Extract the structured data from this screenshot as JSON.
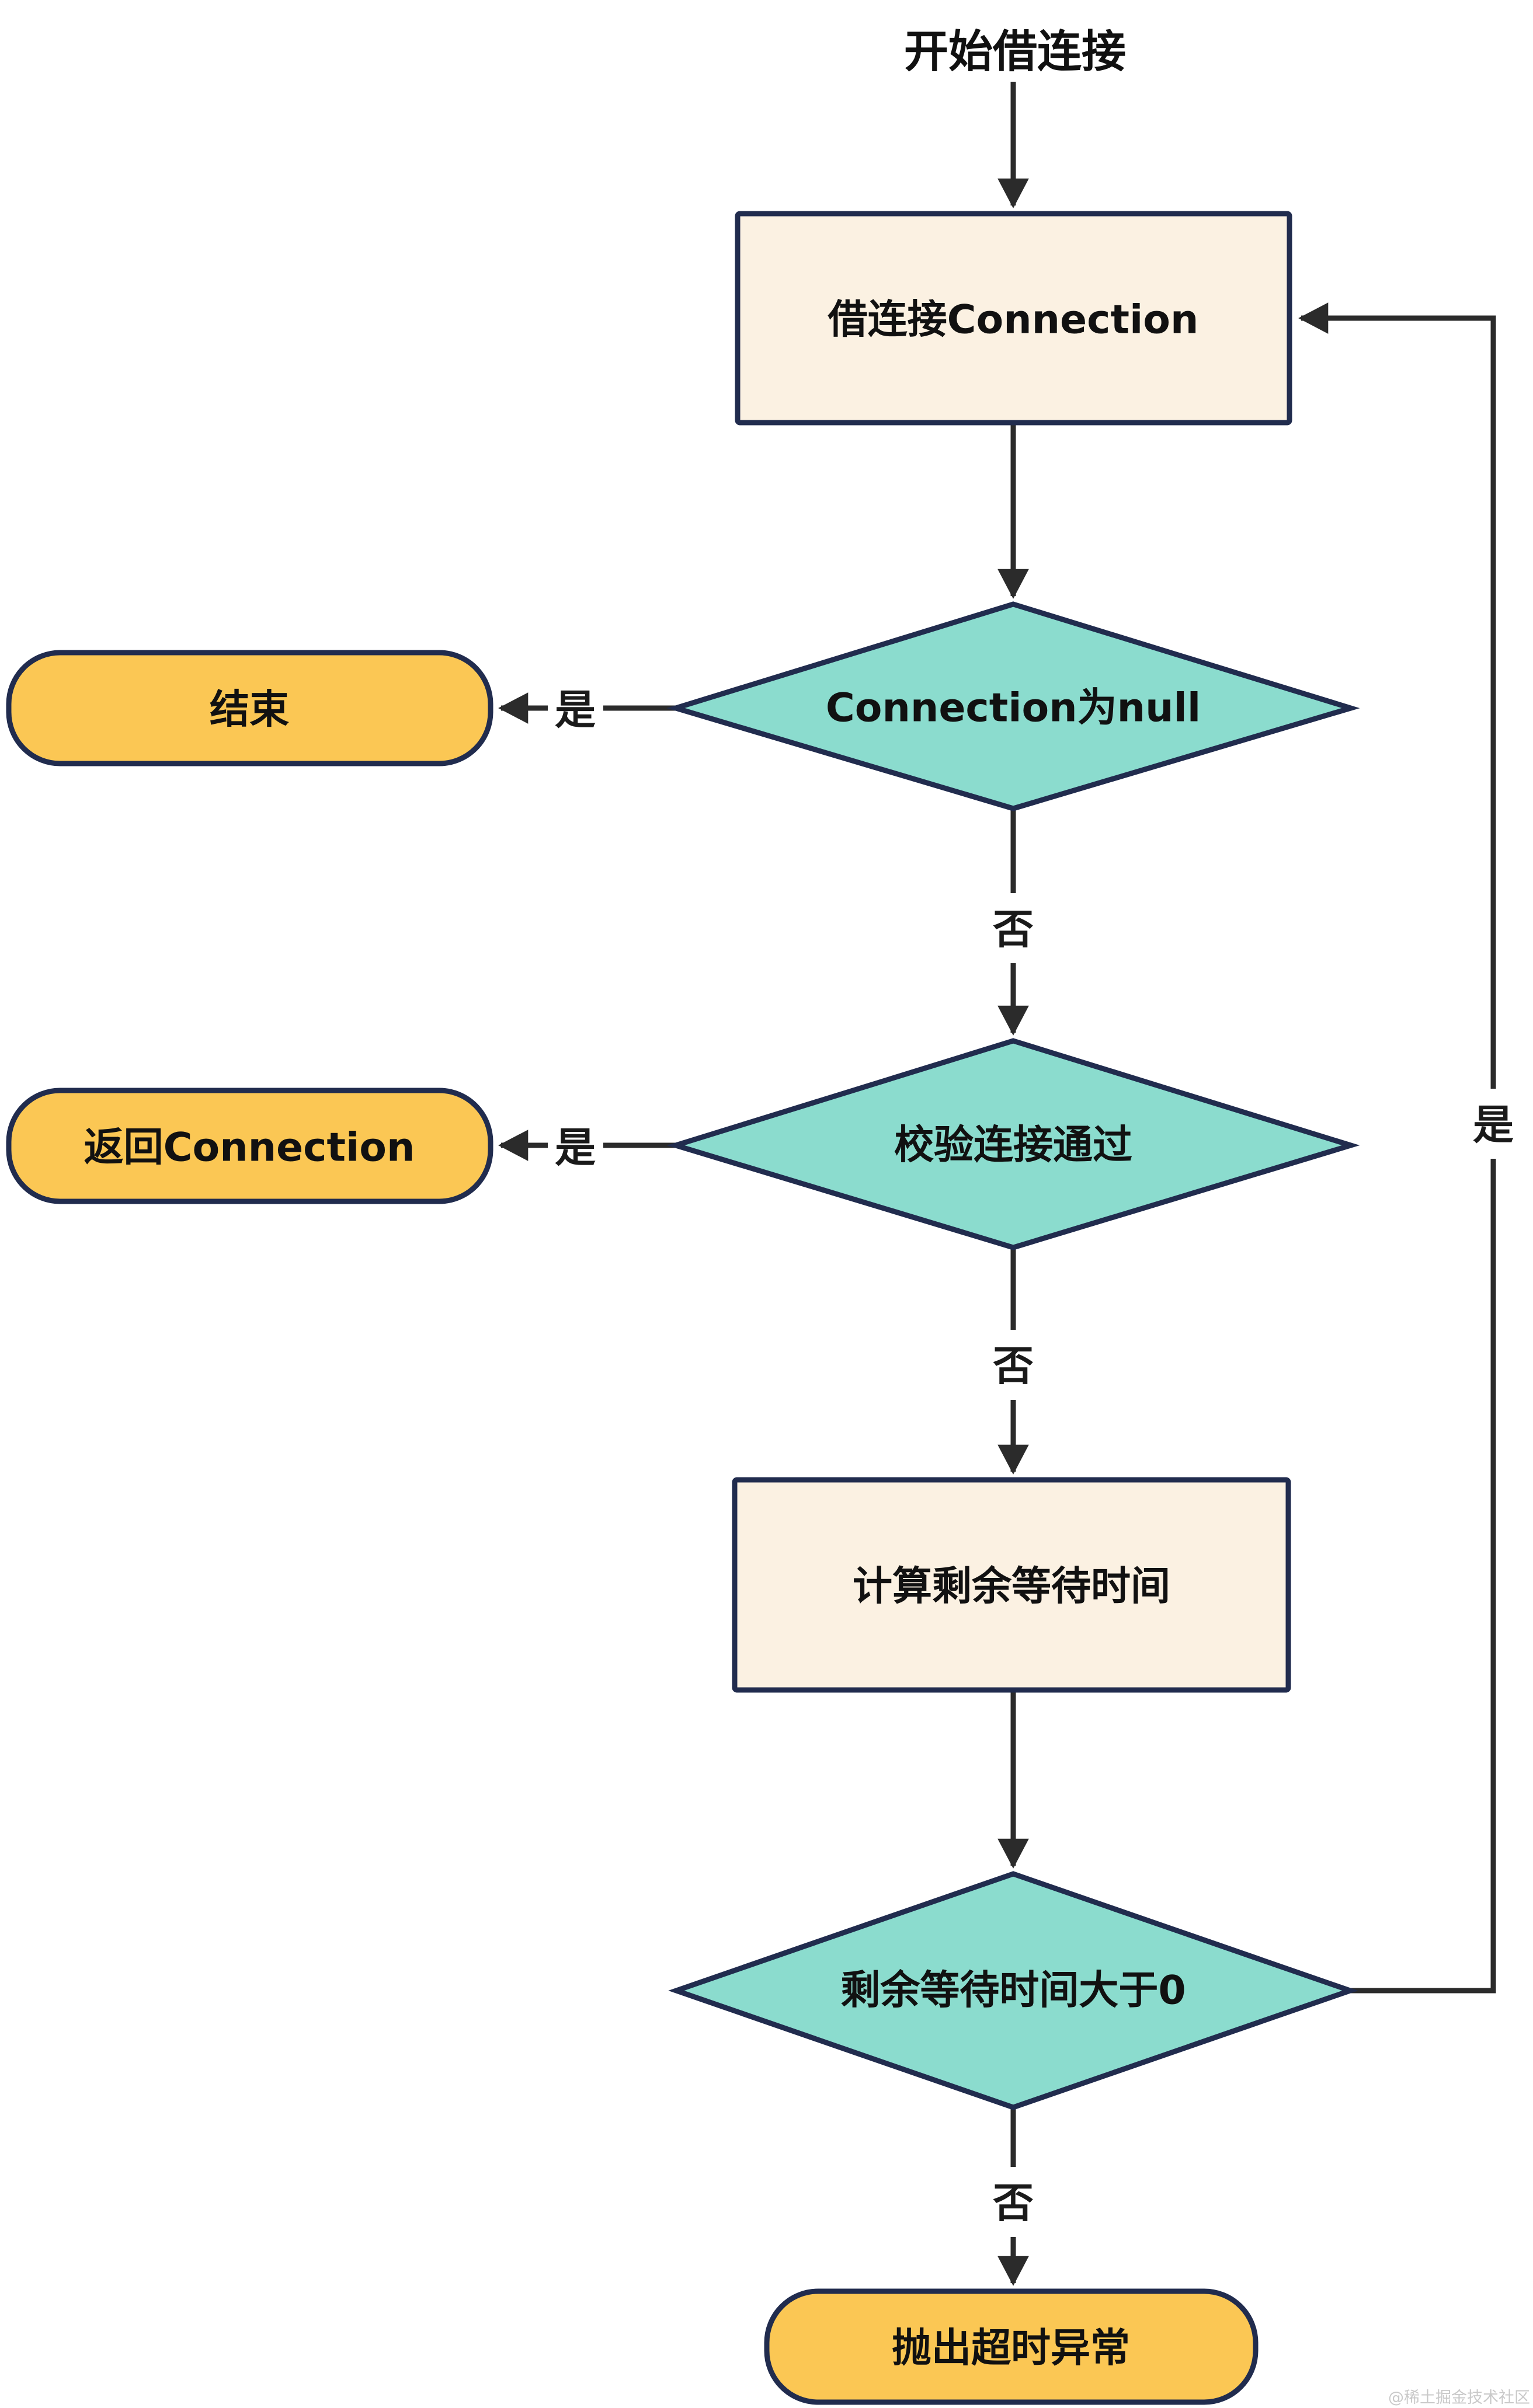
{
  "title": "开始借连接",
  "watermark": "@稀土掘金技术社区",
  "colors": {
    "process_fill": "#FBF1E2",
    "decision_fill": "#8BDCCE",
    "terminal_fill": "#FBC754",
    "border": "#212C4E",
    "line": "#2B2B2B",
    "text": "#111111",
    "watermark": "#C9C9C9",
    "background": "#FFFFFF"
  },
  "nodes": {
    "borrow": {
      "label": "借连接Connection",
      "type": "process"
    },
    "null_check": {
      "label": "Connection为null",
      "type": "decision"
    },
    "end": {
      "label": "结束",
      "type": "terminal"
    },
    "validate": {
      "label": "校验连接通过",
      "type": "decision"
    },
    "return": {
      "label": "返回Connection",
      "type": "terminal"
    },
    "calc_wait": {
      "label": "计算剩余等待时间",
      "type": "process"
    },
    "remaining": {
      "label": "剩余等待时间大于0",
      "type": "decision"
    },
    "throw": {
      "label": "抛出超时异常",
      "type": "terminal"
    }
  },
  "edge_labels": {
    "yes": "是",
    "no": "否"
  }
}
